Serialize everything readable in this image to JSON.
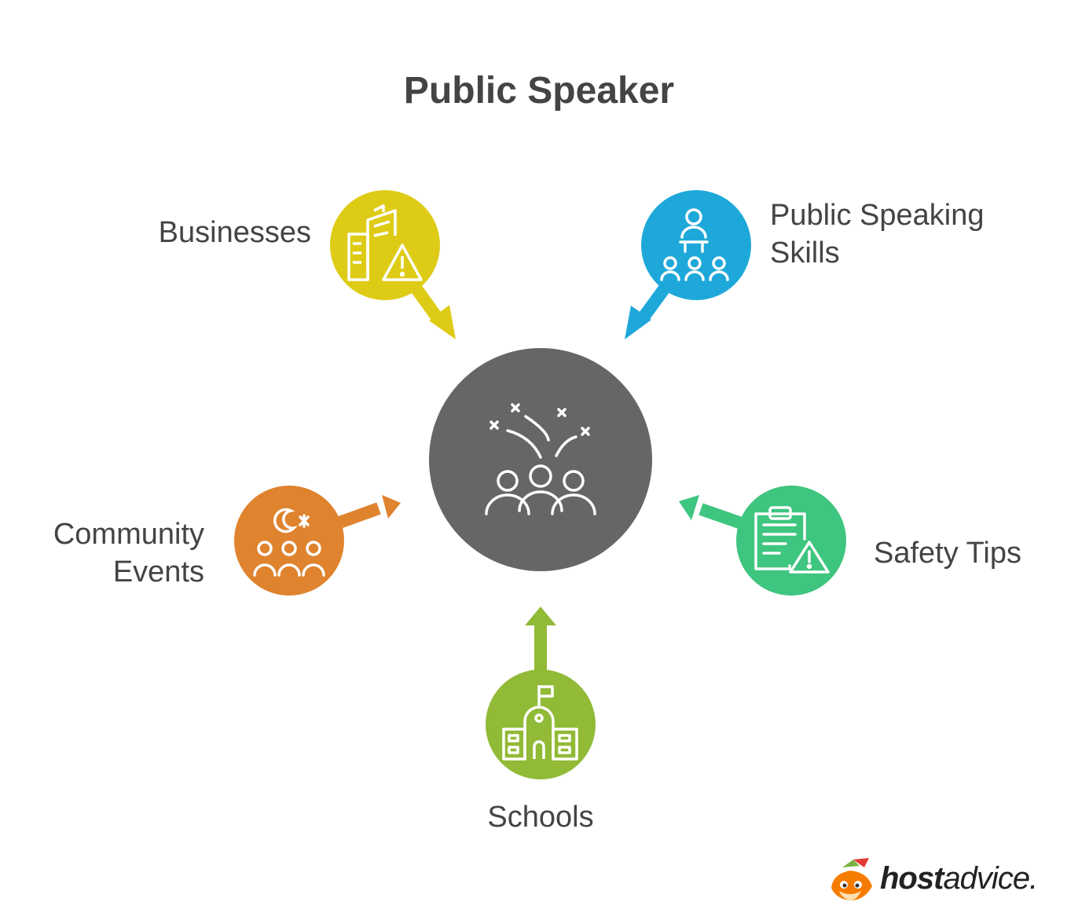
{
  "title": "Public Speaker",
  "nodes": {
    "businesses": {
      "label": "Businesses",
      "color": "#DECB16",
      "icon": "buildings-warning-icon"
    },
    "public_speaking": {
      "label_line1": "Public Speaking",
      "label_line2": "Skills",
      "color": "#1EA8DA",
      "icon": "presenter-audience-icon"
    },
    "community": {
      "label_line1": "Community",
      "label_line2": "Events",
      "color": "#E0832E",
      "icon": "moon-star-crowd-icon"
    },
    "safety": {
      "label": "Safety Tips",
      "color": "#3EC57F",
      "icon": "clipboard-warning-icon"
    },
    "schools": {
      "label": "Schools",
      "color": "#91BA36",
      "icon": "school-building-icon"
    }
  },
  "center": {
    "color": "#666666",
    "icon": "crowd-fireworks-icon"
  },
  "logo": {
    "bold": "host",
    "regular": "advice."
  }
}
